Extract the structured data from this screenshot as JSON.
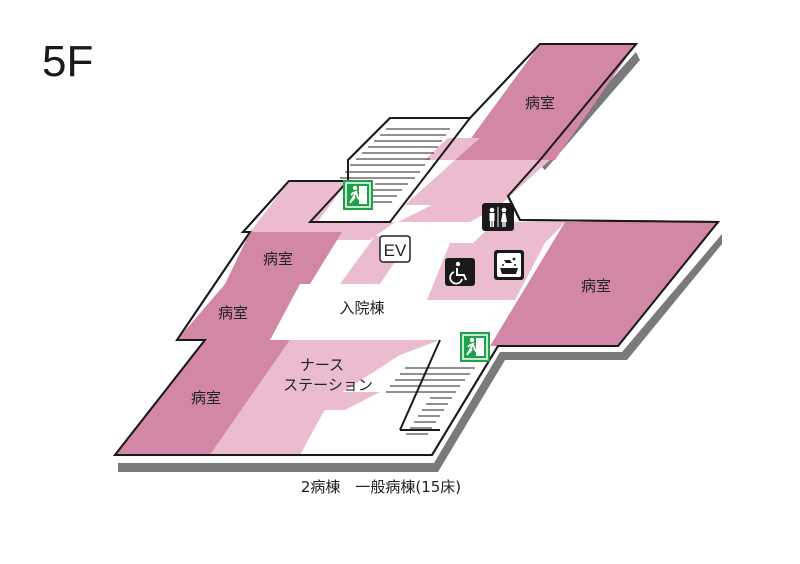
{
  "floor": "5F",
  "labels": {
    "ward_building": "入院棟",
    "nurse_station_line1": "ナース",
    "nurse_station_line2": "ステーション",
    "elevator": "EV"
  },
  "rooms": [
    "病室",
    "病室",
    "病室",
    "病室",
    "病室"
  ],
  "caption": "2病棟　一般病棟(15床)",
  "icons": [
    "emergency-exit-icon",
    "restroom-icon",
    "wheelchair-icon",
    "sink-icon",
    "emergency-exit-icon"
  ],
  "colors": {
    "room_dark": "#d287a6",
    "room_light": "#ebbccf",
    "corridor": "#ffffff",
    "shadow": "#7a7a7a",
    "outline": "#1a1a1a",
    "exit_green": "#1fa04a"
  }
}
